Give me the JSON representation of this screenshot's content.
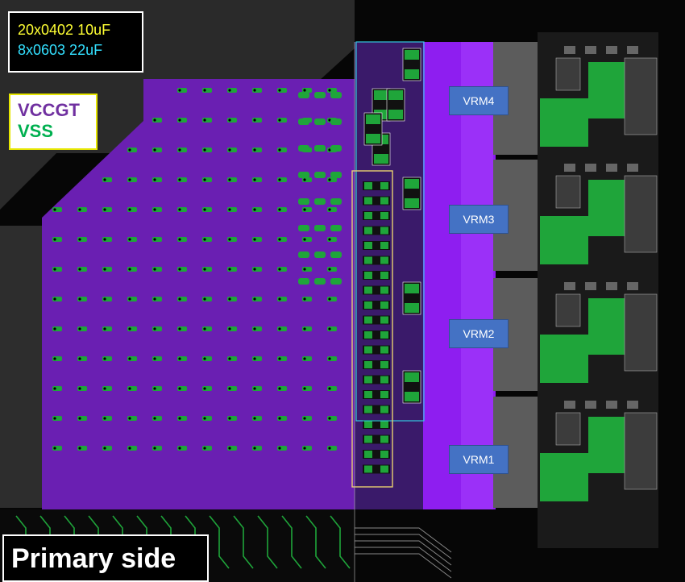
{
  "capacitor_legend": {
    "line_1": "20x0402 10uF",
    "line_1_color": "#ffff33",
    "line_2": "8x0603 22uF",
    "line_2_color": "#33e0ff"
  },
  "net_legend": {
    "vccgt": "VCCGT",
    "vccgt_color": "#7030a0",
    "vss": "VSS",
    "vss_color": "#00b050"
  },
  "vrm_labels": [
    "VRM4",
    "VRM3",
    "VRM2",
    "VRM1"
  ],
  "side_label": "Primary side",
  "colors": {
    "vccgt_plane": "#7a28c8",
    "vrm_channel": "#8e1ef0",
    "vss_copper": "#1fa53a",
    "background": "#050505",
    "cap_box_outline": "#e8d070",
    "cap_box_outline_2": "#33c8e0",
    "vrm_label_fill": "#4472c4"
  }
}
